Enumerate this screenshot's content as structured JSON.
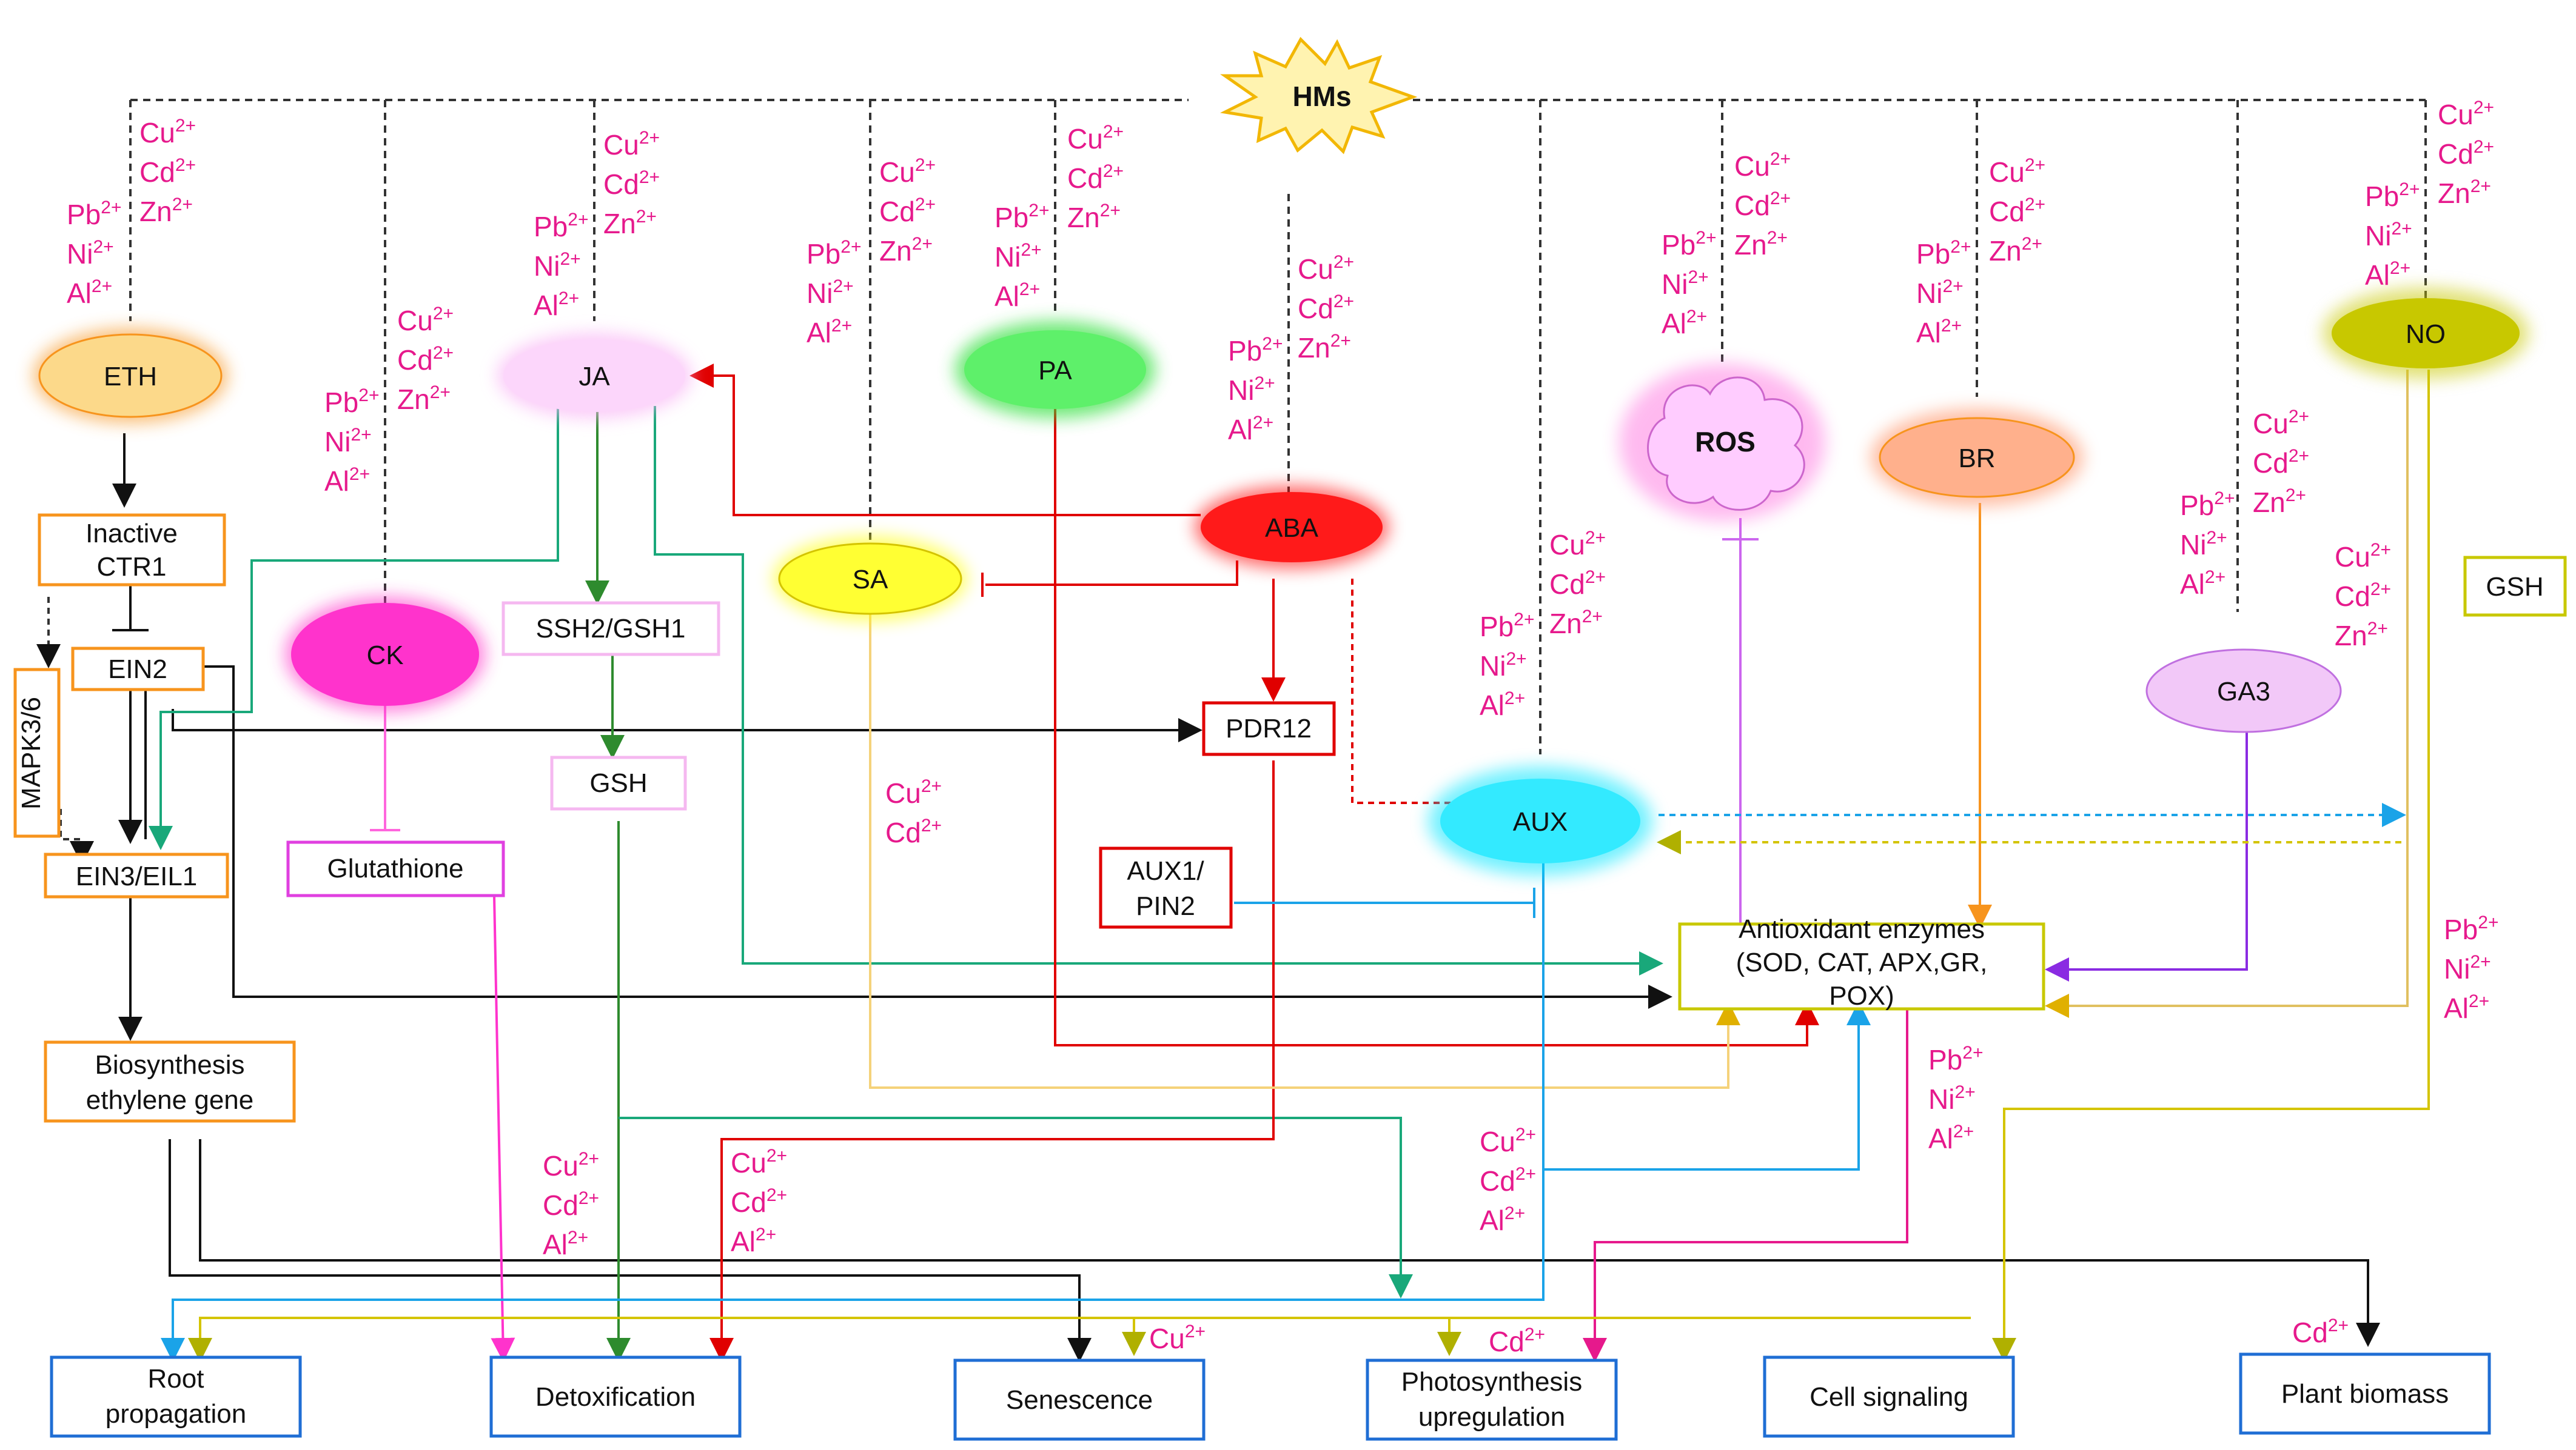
{
  "colors": {
    "ethylene": "#f7a23a",
    "ja": "#f9b4f5",
    "ck": "#ff2fc8",
    "pa": "#33e03c",
    "sa": "#ffff00",
    "aba": "#ff0000",
    "ros": "#ffb3ff",
    "br": "#ffa07a",
    "no": "#c8c800",
    "ga3": "#f2c8f8",
    "aux": "#00e5ff",
    "metal_text": "#e6198c",
    "box_blue": "#1f6ed4",
    "orange_box": "#f7941d",
    "pink_box": "#e040e0"
  },
  "hub": {
    "label": "HMs"
  },
  "signals": {
    "eth": "ETH",
    "ja": "JA",
    "ck": "CK",
    "pa": "PA",
    "sa": "SA",
    "aba": "ABA",
    "ros": "ROS",
    "br": "BR",
    "no": "NO",
    "ga3": "GA3",
    "aux": "AUX"
  },
  "boxes": {
    "ctr1": [
      "Inactive",
      "CTR1"
    ],
    "ein2": "EIN2",
    "mapk": "MAPK3/6",
    "ein3": "EIN3/EIL1",
    "biosyn": [
      "Biosynthesis",
      "ethylene gene"
    ],
    "ssh2": "SSH2/GSH1",
    "gsh_mid": "GSH",
    "glutathione": "Glutathione",
    "pdr12": "PDR12",
    "aux1": [
      "AUX1/",
      "PIN2"
    ],
    "antiox": [
      "Antioxidant enzymes",
      "(SOD, CAT, APX,GR,",
      "POX)"
    ],
    "gsh_right": "GSH"
  },
  "outcomes": {
    "root": [
      "Root",
      "propagation"
    ],
    "detox": "Detoxification",
    "senescence": "Senescence",
    "photo": [
      "Photosynthesis",
      "upregulation"
    ],
    "cell": "Cell signaling",
    "biomass": "Plant biomass"
  },
  "ions": {
    "cu": "Cu",
    "cd": "Cd",
    "zn": "Zn",
    "pb": "Pb",
    "ni": "Ni",
    "al": "Al",
    "charge": "2+"
  }
}
